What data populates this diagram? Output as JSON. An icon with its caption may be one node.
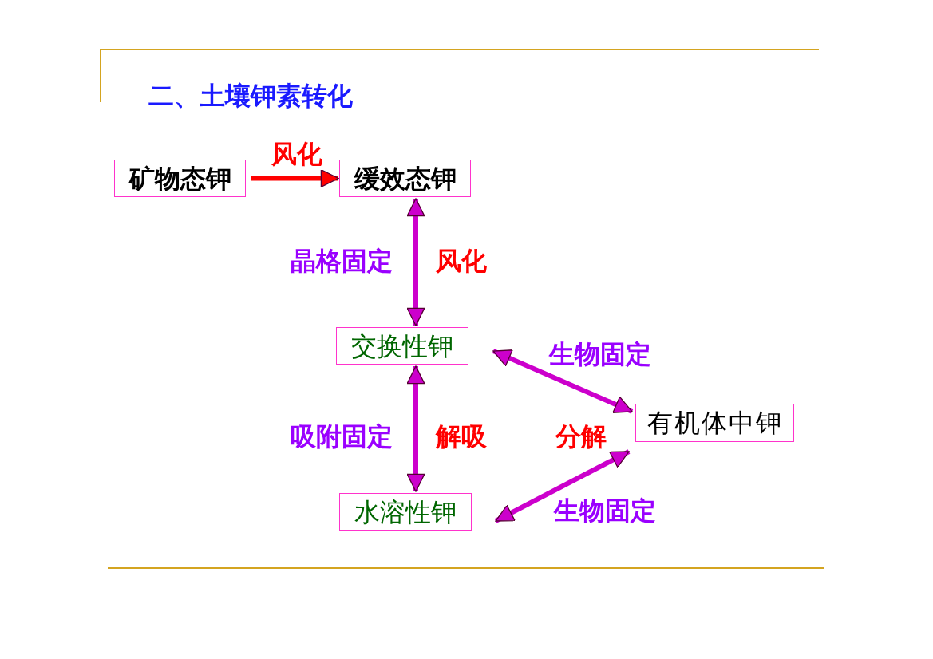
{
  "diagram": {
    "title": "二、土壤钾素转化",
    "nodes": [
      {
        "text": [
          "矿物态钾"
        ]
      },
      {
        "text": [
          "缓效态钾"
        ]
      },
      {
        "text": [
          "交换性钾"
        ]
      },
      {
        "text": [
          "水溶性钾"
        ]
      },
      {
        "text": [
          "有机体中钾"
        ]
      }
    ],
    "edges": [
      {
        "from": 0,
        "to": 1,
        "arrow": "to",
        "label": "风化",
        "color": "#ff0000"
      },
      {
        "from": 1,
        "to": 2,
        "arrow": "both",
        "label": "晶格固定"
      },
      {
        "from": 2,
        "to": 3,
        "arrow": "both",
        "label": "吸附固定"
      },
      {
        "from": 2,
        "to": 4,
        "arrow": "both",
        "label": "生物固定"
      },
      {
        "from": 4,
        "to": 3,
        "arrow": "both",
        "label": "生物固定"
      }
    ],
    "labels": [
      "风化",
      "解吸",
      "分解"
    ]
  }
}
